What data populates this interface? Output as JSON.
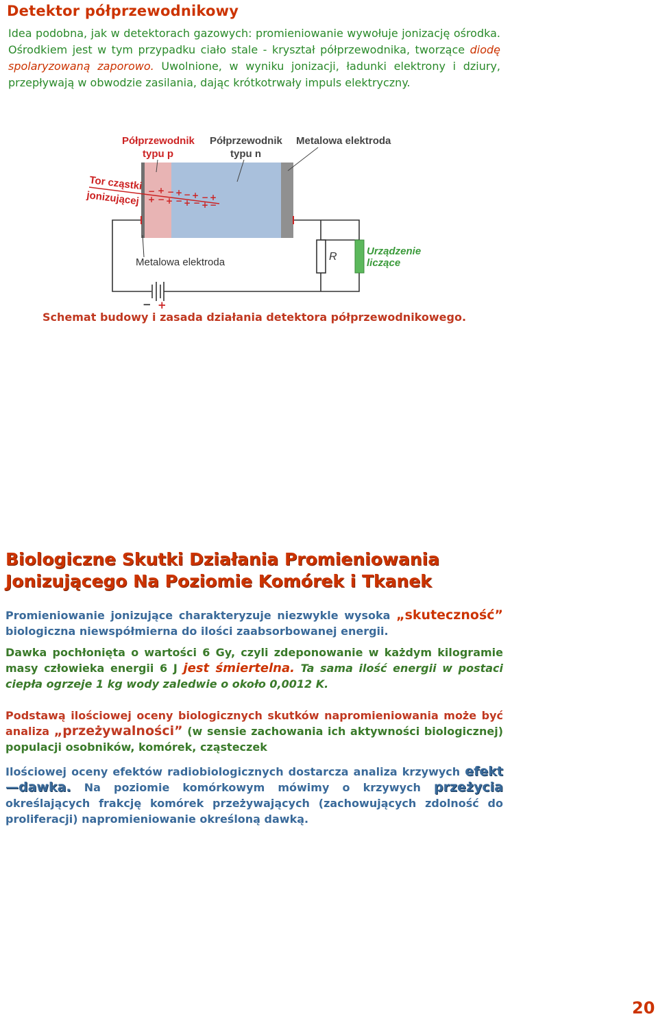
{
  "section1": {
    "title": "Detektor półprzewodnikowy",
    "body_a": "Idea podobna, jak w detektorach gazowych: promieniowanie wywołuje jonizację ośrodka. Ośrodkiem jest w tym przypadku ciało stale - kryształ półprzewodnika, tworzące ",
    "body_emph": "diodę spolaryzowaną zaporowo.",
    "body_b": " Uwolnione, w wyniku jonizacji, ładunki elektrony i dziury, przepływają w obwodzie zasilania, dając krótkotrwały impuls elektryczny."
  },
  "diagram": {
    "label_p": [
      "Półprzewodnik",
      "typu p"
    ],
    "label_n": [
      "Półprzewodnik",
      "typu n"
    ],
    "label_metal_top": "Metalowa elektroda",
    "label_track": [
      "Tor cząstki",
      "jonizującej"
    ],
    "label_metal_bottom": "Metalowa elektroda",
    "label_r": "R",
    "label_counter": [
      "Urządzenie",
      "liczące"
    ],
    "battery_minus": "−",
    "battery_plus": "+",
    "colors": {
      "p_region": "#e8b4b4",
      "n_region": "#a9c0dc",
      "electrode": "#909090",
      "label_red": "#cc2222",
      "counter_green": "#5cb85c",
      "counter_text": "#3a9a3a"
    }
  },
  "caption": "Schemat budowy i zasada działania detektora półprzewodnikowego.",
  "section2": {
    "title": "Biologiczne Skutki Działania Promieniowania Jonizującego Na Poziomie Komórek i Tkanek",
    "p1_a": "Promieniowanie jonizujące charakteryzuje niezwykle wysoka ",
    "p1_big": "„skuteczność”",
    "p1_b": " biologiczna niewspółmierna do ilości zaabsorbowanej energii.",
    "p2_a": "Dawka pochłonięta o wartości 6 Gy, czyli zdeponowanie w każdym kilogramie masy człowieka energii 6 J ",
    "p2_big": "jest śmiertelna.",
    "p2_b": " Ta sama ilość energii w postaci ciepła ogrzeje 1 kg wody zaledwie o około 0,0012 K.",
    "p3_a": "Podstawą ilościowej oceny biologicznych skutków napromieniowania może być analiza ",
    "p3_big": "„przeżywalności”",
    "p3_b": " (w sensie zachowania ich aktywności biologicznej) populacji osobników, komórek, cząsteczek",
    "p4_a": "Ilościowej oceny efektów radiobiologicznych dostarcza analiza krzywych ",
    "p4_big1": "efekt—dawka.",
    "p4_b": " Na poziomie komórkowym mówimy o krzywych ",
    "p4_big2": "przeżycia",
    "p4_c": " określających frakcję komórek przeżywających (zachowujących zdolność do proliferacji) napromieniowanie określoną dawką."
  },
  "page_number": "20"
}
